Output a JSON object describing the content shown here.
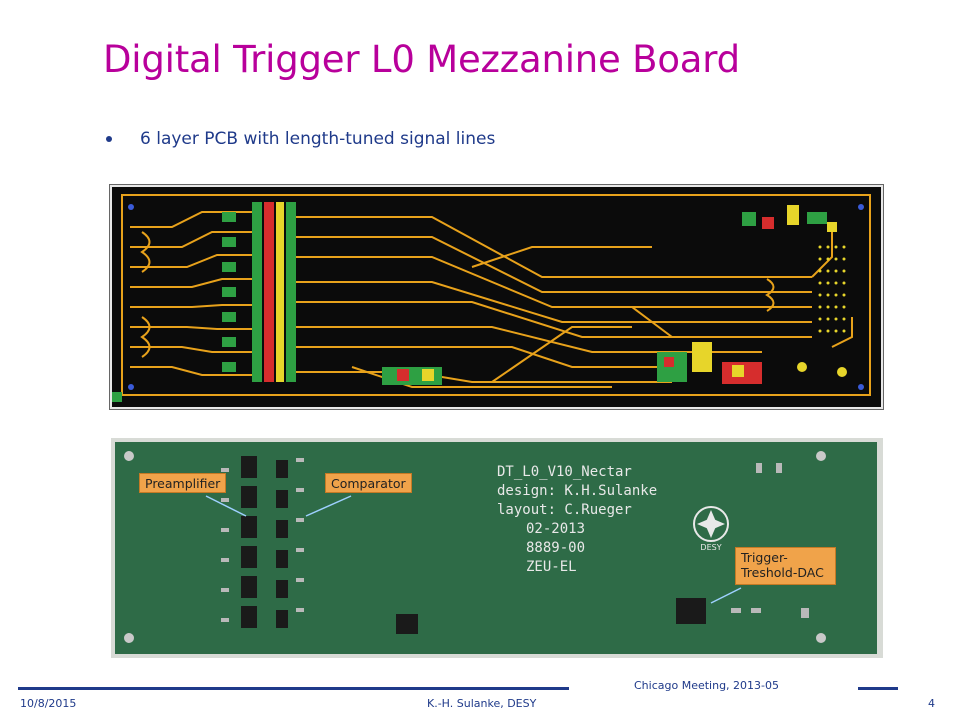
{
  "slide": {
    "title": "Digital Trigger L0 Mezzanine Board",
    "bullets": [
      "6 layer PCB with length-tuned signal lines"
    ]
  },
  "photo": {
    "silkscreen": {
      "line1": "DT_L0_V10_Nectar",
      "line2": "design: K.H.Sulanke",
      "line3": "layout: C.Rueger",
      "line4": "02-2013",
      "line5": "8889-00",
      "line6": "ZEU-EL",
      "logo": "DESY"
    },
    "callouts": {
      "preamplifier": "Preamplifier",
      "comparator": "Comparator",
      "dac": "Trigger-Treshold-DAC"
    }
  },
  "footer": {
    "date": "10/8/2015",
    "author": "K.-H. Sulanke, DESY",
    "meeting": "Chicago Meeting, 2013-05",
    "page": "4"
  },
  "colors": {
    "title": "#b8009b",
    "text": "#1f3a8a",
    "trace": "#e8a21b",
    "pcb_green": "#2e6b47",
    "callout": "#f0a34a"
  }
}
